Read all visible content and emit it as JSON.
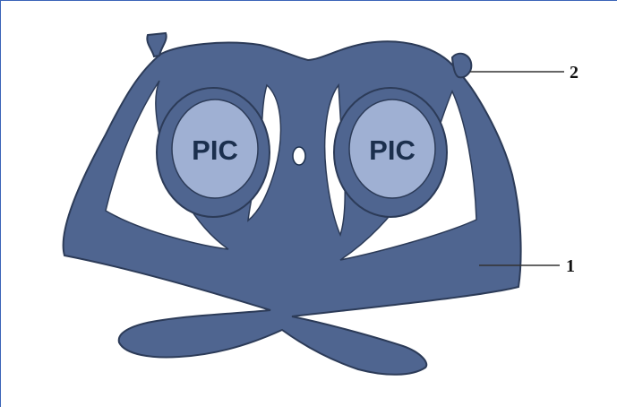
{
  "labels": {
    "left_pic": "PIC",
    "right_pic": "PIC",
    "center": "O",
    "callout_1": "1",
    "callout_2": "2"
  },
  "colors": {
    "body": "#4f6590",
    "body_stroke": "#2c3b58",
    "pic_fill": "#9fb0d3",
    "callout_line": "#333333",
    "frame": "#3b64b8"
  }
}
